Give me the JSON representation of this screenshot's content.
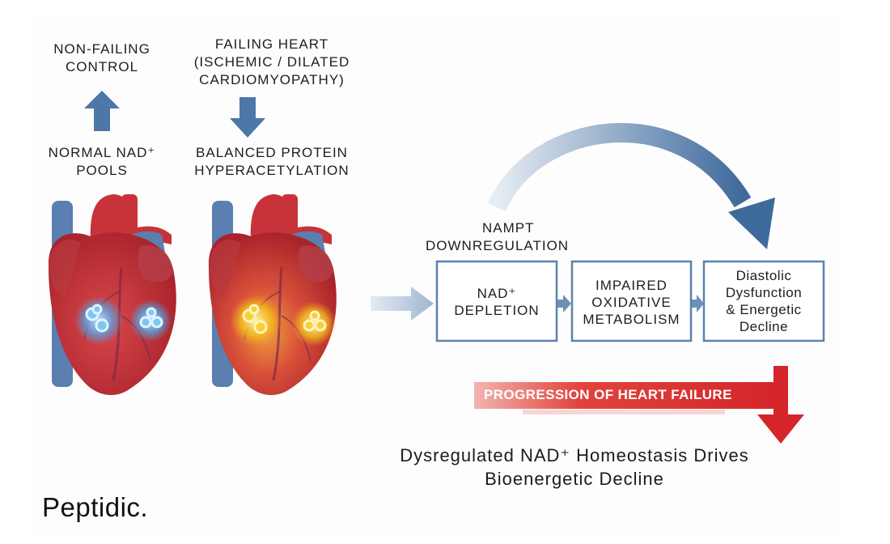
{
  "labels": {
    "non_failing_1": "NON-FAILING",
    "non_failing_2": "CONTROL",
    "failing_1": "FAILING HEART",
    "failing_2": "(ISCHEMIC / DILATED",
    "failing_3": "CARDIOMYOPATHY)",
    "normal_nad_1": "NORMAL NAD⁺",
    "normal_nad_2": "POOLS",
    "balanced_1": "BALANCED PROTEIN",
    "balanced_2": "HYPERACETYLATION",
    "nampt_1": "NAMPT",
    "nampt_2": "DOWNREGULATION"
  },
  "boxes": {
    "nad_1": "NAD⁺",
    "nad_2": "DEPLETION",
    "impaired_1": "IMPAIRED",
    "impaired_2": "OXIDATIVE",
    "impaired_3": "METABOLISM",
    "diastolic_1": "Diastolic",
    "diastolic_2": "Dysfunction",
    "diastolic_3": "& Energetic",
    "diastolic_4": "Decline"
  },
  "progression": "PROGRESSION OF HEART FAILURE",
  "caption": {
    "line1": "Dysregulated NAD⁺ Homeostasis Drives",
    "line2": "Bioenergetic Decline"
  },
  "brand": "Peptidic.",
  "colors": {
    "arrow_blue": "#4d77a6",
    "box_border": "#5b82ae",
    "red": "#dc2f2f",
    "heart_red": "#c8333a",
    "vessel_blue": "#5a7fb0",
    "glow_blue": "#4aa8ee",
    "glow_yellow": "#f4c21a"
  }
}
